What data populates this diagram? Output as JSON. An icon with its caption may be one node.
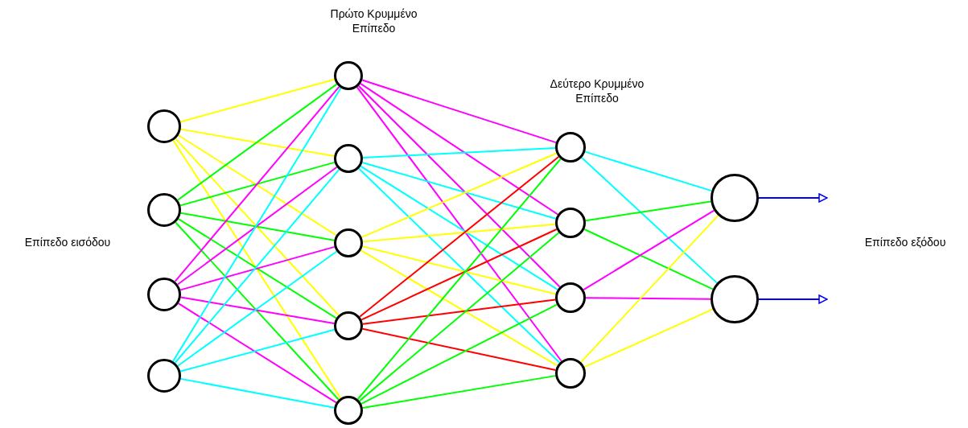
{
  "diagram": {
    "nodes": [
      {
        "text": [],
        "shape": "circle"
      },
      {
        "text": [],
        "shape": "circle"
      },
      {
        "text": [],
        "shape": "circle"
      },
      {
        "text": [],
        "shape": "circle"
      },
      {
        "text": [],
        "shape": "circle"
      },
      {
        "text": [],
        "shape": "circle"
      },
      {
        "text": [],
        "shape": "circle"
      },
      {
        "text": [],
        "shape": "circle"
      },
      {
        "text": [],
        "shape": "circle"
      },
      {
        "text": [],
        "shape": "circle"
      },
      {
        "text": [],
        "shape": "circle"
      },
      {
        "text": [],
        "shape": "circle"
      },
      {
        "text": [],
        "shape": "circle"
      },
      {
        "text": [],
        "shape": "circle"
      },
      {
        "text": [],
        "shape": "circle"
      }
    ],
    "edges": [
      {
        "from": 0,
        "to": 4,
        "arrow": "none",
        "color": "#ffff00"
      },
      {
        "from": 0,
        "to": 5,
        "arrow": "none",
        "color": "#ffff00"
      },
      {
        "from": 0,
        "to": 6,
        "arrow": "none",
        "color": "#ffff00"
      },
      {
        "from": 0,
        "to": 7,
        "arrow": "none",
        "color": "#ffff00"
      },
      {
        "from": 0,
        "to": 8,
        "arrow": "none",
        "color": "#ffff00"
      },
      {
        "from": 1,
        "to": 4,
        "arrow": "none",
        "color": "#00ff00"
      },
      {
        "from": 1,
        "to": 5,
        "arrow": "none",
        "color": "#00ff00"
      },
      {
        "from": 1,
        "to": 6,
        "arrow": "none",
        "color": "#00ff00"
      },
      {
        "from": 1,
        "to": 7,
        "arrow": "none",
        "color": "#00ff00"
      },
      {
        "from": 1,
        "to": 8,
        "arrow": "none",
        "color": "#00ff00"
      },
      {
        "from": 2,
        "to": 4,
        "arrow": "none",
        "color": "#ff00ff"
      },
      {
        "from": 2,
        "to": 5,
        "arrow": "none",
        "color": "#ff00ff"
      },
      {
        "from": 2,
        "to": 6,
        "arrow": "none",
        "color": "#ff00ff"
      },
      {
        "from": 2,
        "to": 7,
        "arrow": "none",
        "color": "#ff00ff"
      },
      {
        "from": 2,
        "to": 8,
        "arrow": "none",
        "color": "#ff00ff"
      },
      {
        "from": 3,
        "to": 4,
        "arrow": "none",
        "color": "#00ffff"
      },
      {
        "from": 3,
        "to": 5,
        "arrow": "none",
        "color": "#00ffff"
      },
      {
        "from": 3,
        "to": 6,
        "arrow": "none",
        "color": "#00ffff"
      },
      {
        "from": 3,
        "to": 7,
        "arrow": "none",
        "color": "#00ffff"
      },
      {
        "from": 3,
        "to": 8,
        "arrow": "none",
        "color": "#00ffff"
      },
      {
        "from": 4,
        "to": 9,
        "arrow": "none",
        "color": "#ff00ff"
      },
      {
        "from": 4,
        "to": 10,
        "arrow": "none",
        "color": "#ff00ff"
      },
      {
        "from": 4,
        "to": 11,
        "arrow": "none",
        "color": "#ff00ff"
      },
      {
        "from": 4,
        "to": 12,
        "arrow": "none",
        "color": "#ff00ff"
      },
      {
        "from": 5,
        "to": 9,
        "arrow": "none",
        "color": "#00ffff"
      },
      {
        "from": 5,
        "to": 10,
        "arrow": "none",
        "color": "#00ffff"
      },
      {
        "from": 5,
        "to": 11,
        "arrow": "none",
        "color": "#00ffff"
      },
      {
        "from": 5,
        "to": 12,
        "arrow": "none",
        "color": "#00ffff"
      },
      {
        "from": 6,
        "to": 9,
        "arrow": "none",
        "color": "#ffff00"
      },
      {
        "from": 6,
        "to": 10,
        "arrow": "none",
        "color": "#ffff00"
      },
      {
        "from": 6,
        "to": 11,
        "arrow": "none",
        "color": "#ffff00"
      },
      {
        "from": 6,
        "to": 12,
        "arrow": "none",
        "color": "#ffff00"
      },
      {
        "from": 7,
        "to": 9,
        "arrow": "none",
        "color": "#ff0000"
      },
      {
        "from": 7,
        "to": 10,
        "arrow": "none",
        "color": "#ff0000"
      },
      {
        "from": 7,
        "to": 11,
        "arrow": "none",
        "color": "#ff0000"
      },
      {
        "from": 7,
        "to": 12,
        "arrow": "none",
        "color": "#ff0000"
      },
      {
        "from": 8,
        "to": 9,
        "arrow": "none",
        "color": "#00ff00"
      },
      {
        "from": 8,
        "to": 10,
        "arrow": "none",
        "color": "#00ff00"
      },
      {
        "from": 8,
        "to": 11,
        "arrow": "none",
        "color": "#00ff00"
      },
      {
        "from": 8,
        "to": 12,
        "arrow": "none",
        "color": "#00ff00"
      },
      {
        "from": 9,
        "to": 13,
        "arrow": "none",
        "color": "#00ffff"
      },
      {
        "from": 9,
        "to": 14,
        "arrow": "none",
        "color": "#00ffff"
      },
      {
        "from": 10,
        "to": 13,
        "arrow": "none",
        "color": "#00ff00"
      },
      {
        "from": 10,
        "to": 14,
        "arrow": "none",
        "color": "#00ff00"
      },
      {
        "from": 11,
        "to": 13,
        "arrow": "none",
        "color": "#ff00ff"
      },
      {
        "from": 11,
        "to": 14,
        "arrow": "none",
        "color": "#ff00ff"
      },
      {
        "from": 12,
        "to": 13,
        "arrow": "none",
        "color": "#ffff00"
      },
      {
        "from": 12,
        "to": 14,
        "arrow": "none",
        "color": "#ffff00"
      },
      {
        "from": 13,
        "to": null,
        "arrow": "to",
        "color": "#0000ff"
      },
      {
        "from": 14,
        "to": null,
        "arrow": "to",
        "color": "#0000ff"
      }
    ],
    "labels": [
      "Πρώτο Κρυμμένο Επίπεδο",
      "Δεύτερο Κρυμμένο Επίπεδο",
      "Επίπεδο εισόδου",
      "Επίπεδο εξόδου"
    ]
  }
}
